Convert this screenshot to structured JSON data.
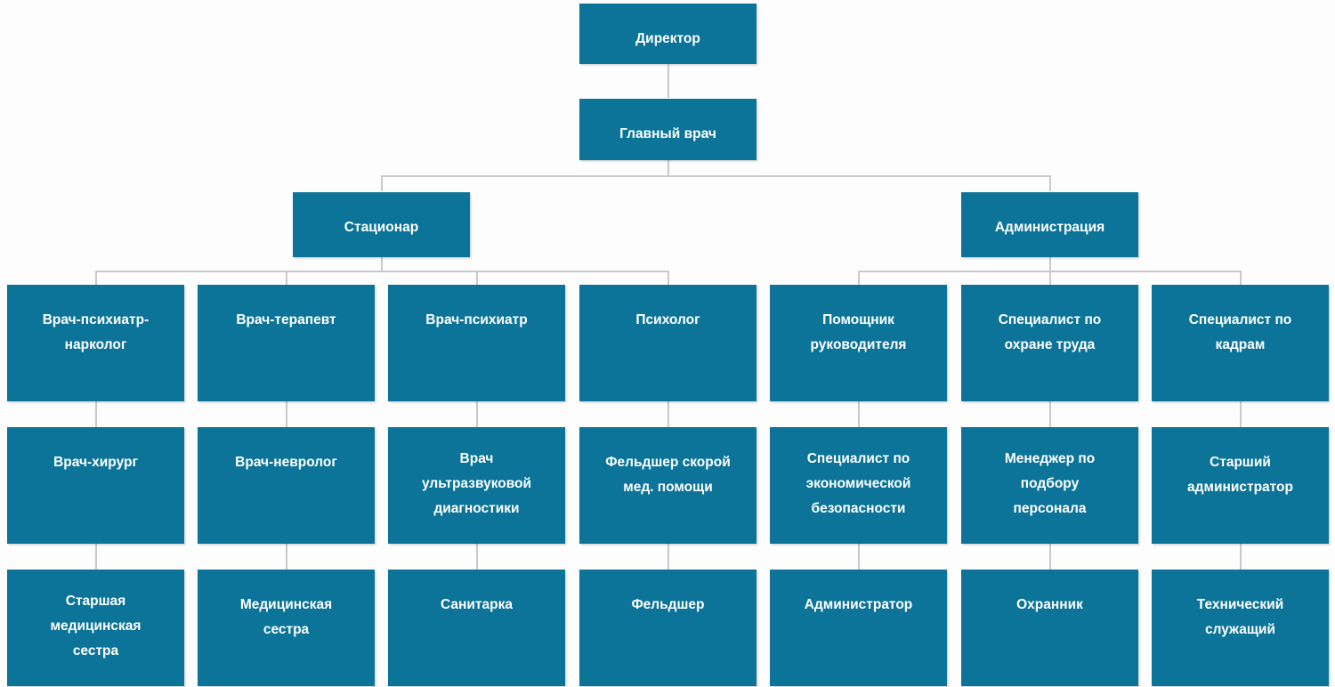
{
  "chart_data": {
    "type": "diagram",
    "subtype": "organizational-chart",
    "title": "",
    "orientation": "top-down",
    "node_fill_color": "#0b7498",
    "node_text_color": "#ffffff",
    "connector_color": "#c9c9c9",
    "background_color": "#fdfdfd",
    "levels": 5,
    "columns": 7,
    "nodes": [
      {
        "id": "director",
        "label": "Директор",
        "level": 1,
        "parent": null
      },
      {
        "id": "chief-doctor",
        "label": "Главный врач",
        "level": 2,
        "parent": "director"
      },
      {
        "id": "stationar",
        "label": "Стационар",
        "level": 3,
        "parent": "chief-doctor"
      },
      {
        "id": "administration",
        "label": "Администрация",
        "level": 3,
        "parent": "chief-doctor"
      },
      {
        "id": "psychiatrist-narcologist",
        "label": "Врач-психиатр-\nнарколог",
        "level": 4,
        "parent": "stationar",
        "column": 1
      },
      {
        "id": "therapist",
        "label": "Врач-терапевт",
        "level": 4,
        "parent": "stationar",
        "column": 2
      },
      {
        "id": "psychiatrist",
        "label": "Врач-психиатр",
        "level": 4,
        "parent": "stationar",
        "column": 3
      },
      {
        "id": "psychologist",
        "label": "Психолог",
        "level": 4,
        "parent": "stationar",
        "column": 4
      },
      {
        "id": "assistant-manager",
        "label": "Помощник\nруководителя",
        "level": 4,
        "parent": "administration",
        "column": 5
      },
      {
        "id": "labor-safety-specialist",
        "label": "Специалист по\nохране труда",
        "level": 4,
        "parent": "administration",
        "column": 6
      },
      {
        "id": "hr-specialist",
        "label": "Специалист по\nкадрам",
        "level": 4,
        "parent": "administration",
        "column": 7
      },
      {
        "id": "surgeon",
        "label": "Врач-хирург",
        "level": 5,
        "parent": "psychiatrist-narcologist",
        "column": 1
      },
      {
        "id": "neurologist",
        "label": "Врач-невролог",
        "level": 5,
        "parent": "therapist",
        "column": 2
      },
      {
        "id": "ultrasound-doctor",
        "label": "Врач\nультразвуковой\nдиагностики",
        "level": 5,
        "parent": "psychiatrist",
        "column": 3
      },
      {
        "id": "ambulance-paramedic",
        "label": "Фельдшер скорой\nмед. помощи",
        "level": 5,
        "parent": "psychologist",
        "column": 4
      },
      {
        "id": "economic-security-specialist",
        "label": "Специалист по\nэкономической\nбезопасности",
        "level": 5,
        "parent": "assistant-manager",
        "column": 5
      },
      {
        "id": "recruitment-manager",
        "label": "Менеджер по\nподбору\nперсонала",
        "level": 5,
        "parent": "labor-safety-specialist",
        "column": 6
      },
      {
        "id": "senior-administrator",
        "label": "Старший\nадминистратор",
        "level": 5,
        "parent": "hr-specialist",
        "column": 7
      },
      {
        "id": "head-nurse",
        "label": "Старшая\nмедицинская\nсестра",
        "level": 6,
        "parent": "surgeon",
        "column": 1
      },
      {
        "id": "nurse",
        "label": "Медицинская\nсестра",
        "level": 6,
        "parent": "neurologist",
        "column": 2
      },
      {
        "id": "orderly",
        "label": "Санитарка",
        "level": 6,
        "parent": "ultrasound-doctor",
        "column": 3
      },
      {
        "id": "paramedic",
        "label": "Фельдшер",
        "level": 6,
        "parent": "ambulance-paramedic",
        "column": 4
      },
      {
        "id": "administrator",
        "label": "Администратор",
        "level": 6,
        "parent": "economic-security-specialist",
        "column": 5
      },
      {
        "id": "security-guard",
        "label": "Охранник",
        "level": 6,
        "parent": "recruitment-manager",
        "column": 6
      },
      {
        "id": "technical-staff",
        "label": "Технический\nслужащий",
        "level": 6,
        "parent": "senior-administrator",
        "column": 7
      }
    ]
  },
  "nodes": {
    "director": "Директор",
    "chief_doctor": "Главный врач",
    "stationar": "Стационар",
    "administration": "Администрация",
    "psychiatrist_narcologist": "Врач-психиатр-\nнарколог",
    "therapist": "Врач-терапевт",
    "psychiatrist": "Врач-психиатр",
    "psychologist": "Психолог",
    "assistant_manager": "Помощник\nруководителя",
    "labor_safety_specialist": "Специалист по\nохране труда",
    "hr_specialist": "Специалист по\nкадрам",
    "surgeon": "Врач-хирург",
    "neurologist": "Врач-невролог",
    "ultrasound_doctor": "Врач\nультразвуковой\nдиагностики",
    "ambulance_paramedic": "Фельдшер скорой\nмед. помощи",
    "economic_security_specialist": "Специалист по\nэкономической\nбезопасности",
    "recruitment_manager": "Менеджер по\nподбору\nперсонала",
    "senior_administrator": "Старший\nадминистратор",
    "head_nurse": "Старшая\nмедицинская\nсестра",
    "nurse": "Медицинская\nсестра",
    "orderly": "Санитарка",
    "paramedic": "Фельдшер",
    "administrator": "Администратор",
    "security_guard": "Охранник",
    "technical_staff": "Технический\nслужащий"
  }
}
